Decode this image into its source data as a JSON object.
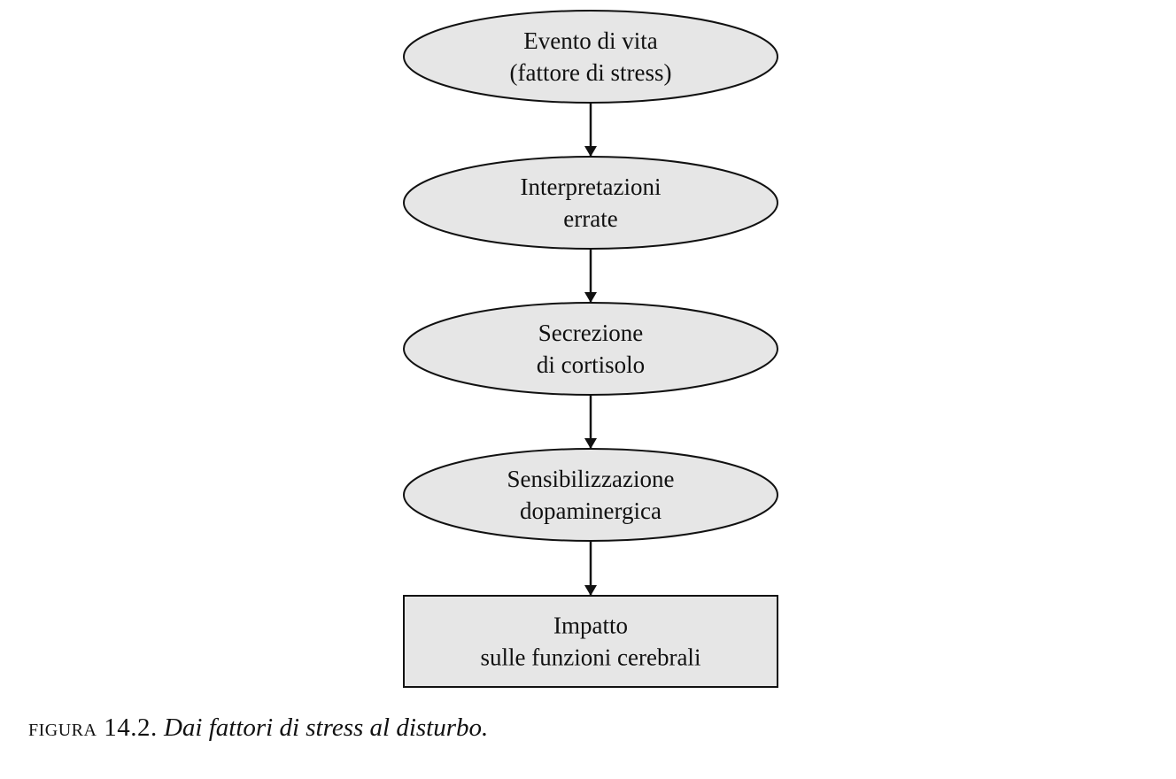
{
  "diagram": {
    "nodes": [
      {
        "id": "life-event",
        "shape": "ellipse",
        "lines": [
          "Evento di vita",
          "(fattore di stress)"
        ]
      },
      {
        "id": "misinterpretations",
        "shape": "ellipse",
        "lines": [
          "Interpretazioni",
          "errate"
        ]
      },
      {
        "id": "cortisol-secretion",
        "shape": "ellipse",
        "lines": [
          "Secrezione",
          "di cortisolo"
        ]
      },
      {
        "id": "dopaminergic-sensitization",
        "shape": "ellipse",
        "lines": [
          "Sensibilizzazione",
          "dopaminergica"
        ]
      },
      {
        "id": "brain-impact",
        "shape": "rectangle",
        "lines": [
          "Impatto",
          "sulle funzioni cerebrali"
        ]
      }
    ],
    "edges": [
      {
        "from": "life-event",
        "to": "misinterpretations"
      },
      {
        "from": "misinterpretations",
        "to": "cortisol-secretion"
      },
      {
        "from": "cortisol-secretion",
        "to": "dopaminergic-sensitization"
      },
      {
        "from": "dopaminergic-sensitization",
        "to": "brain-impact"
      }
    ],
    "colors": {
      "node_fill": "#e6e6e6",
      "stroke": "#111111",
      "background": "#ffffff"
    }
  },
  "caption": {
    "label": "figura 14.2.",
    "text": "Dai fattori di stress al disturbo."
  }
}
